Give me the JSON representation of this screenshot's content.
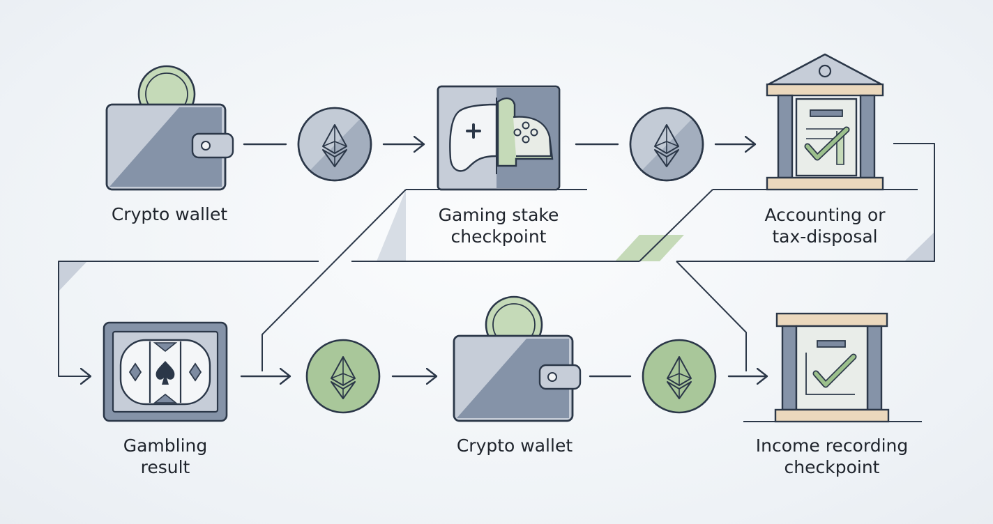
{
  "colors": {
    "outline": "#2b3748",
    "slate": "#7d8ba1",
    "slate_light": "#c6cdd8",
    "slate_mid": "#a3aebe",
    "green": "#a9c79a",
    "green_light": "#c5dab8",
    "wood": "#ebd8bd",
    "paper": "#ecf0ec"
  },
  "nodes": {
    "wallet_top": {
      "label": "Crypto wallet",
      "icon": "wallet-icon"
    },
    "gaming": {
      "label_line1": "Gaming stake",
      "label_line2": "checkpoint",
      "icon": "game-controller-icon"
    },
    "accounting": {
      "label_line1": "Accounting or",
      "label_line2": "tax-disposal",
      "icon": "bank-building-icon"
    },
    "gambling": {
      "label_line1": "Gambling",
      "label_line2": "result",
      "icon": "slot-machine-icon"
    },
    "wallet_bottom": {
      "label": "Crypto wallet",
      "icon": "wallet-icon"
    },
    "income": {
      "label_line1": "Income recording",
      "label_line2": "checkpoint",
      "icon": "ledger-checkmark-icon"
    }
  },
  "tokens": [
    "ethereum-icon",
    "ethereum-icon",
    "ethereum-icon",
    "ethereum-icon"
  ]
}
